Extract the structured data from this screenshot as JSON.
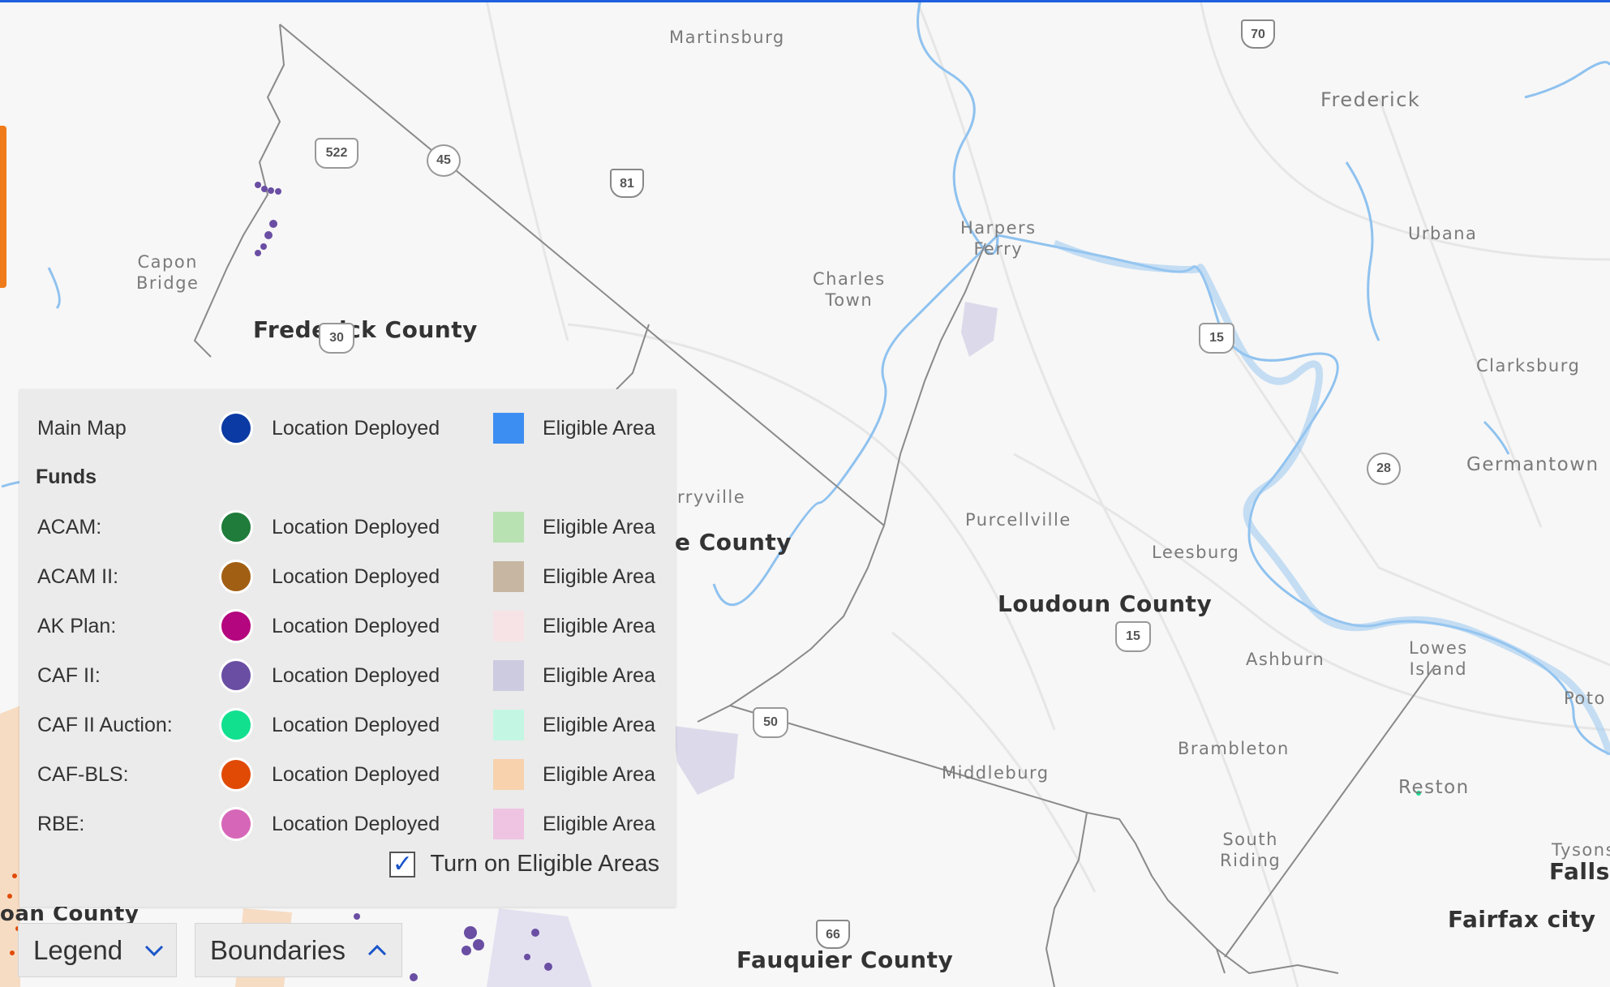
{
  "places": [
    {
      "name": "Martinsburg"
    },
    {
      "name": "Frederick"
    },
    {
      "name": "Capon\nBridge"
    },
    {
      "name": "Harpers\nFerry"
    },
    {
      "name": "Charles\nTown"
    },
    {
      "name": "Urbana"
    },
    {
      "name": "Clarksburg"
    },
    {
      "name": "Germantown"
    },
    {
      "name": "rryville"
    },
    {
      "name": "Purcellville"
    },
    {
      "name": "Leesburg"
    },
    {
      "name": "Ashburn"
    },
    {
      "name": "Lowes\nIsland"
    },
    {
      "name": "Brambleton"
    },
    {
      "name": "Middleburg"
    },
    {
      "name": "Reston"
    },
    {
      "name": "South\nRiding"
    },
    {
      "name": "Tysons"
    },
    {
      "name": "Poto"
    }
  ],
  "counties": [
    {
      "name": "Frederick County"
    },
    {
      "name": "e County"
    },
    {
      "name": "Loudoun County"
    },
    {
      "name": "Fauquier County"
    },
    {
      "name": "Falls"
    },
    {
      "name": "Fairfax city"
    },
    {
      "name": "oan County"
    }
  ],
  "shields": [
    {
      "label": "522"
    },
    {
      "label": "45"
    },
    {
      "label": "81"
    },
    {
      "label": "70"
    },
    {
      "label": "15"
    },
    {
      "label": "28"
    },
    {
      "label": "15"
    },
    {
      "label": "50"
    },
    {
      "label": "66"
    },
    {
      "label": "30"
    }
  ],
  "legend": {
    "main": {
      "label": "Main Map",
      "deployed": "Location Deployed",
      "eligible": "Eligible Area",
      "dot_color": "#0b3aa4",
      "sq_color": "#3d8ef2"
    },
    "funds_title": "Funds",
    "funds": [
      {
        "label": "ACAM:",
        "deployed": "Location Deployed",
        "eligible": "Eligible Area",
        "dot_color": "#1f7c3a",
        "sq_color": "#b8e2b2"
      },
      {
        "label": "ACAM II:",
        "deployed": "Location Deployed",
        "eligible": "Eligible Area",
        "dot_color": "#a15f13",
        "sq_color": "#c7b7a2"
      },
      {
        "label": "AK Plan:",
        "deployed": "Location Deployed",
        "eligible": "Eligible Area",
        "dot_color": "#b4067f",
        "sq_color": "#f7e3e5"
      },
      {
        "label": "CAF II:",
        "deployed": "Location Deployed",
        "eligible": "Eligible Area",
        "dot_color": "#6a4ea3",
        "sq_color": "#cdcbe0"
      },
      {
        "label": "CAF II Auction:",
        "deployed": "Location Deployed",
        "eligible": "Eligible Area",
        "dot_color": "#11e08e",
        "sq_color": "#c3f7e3"
      },
      {
        "label": "CAF-BLS:",
        "deployed": "Location Deployed",
        "eligible": "Eligible Area",
        "dot_color": "#e04a05",
        "sq_color": "#f7d2ad"
      },
      {
        "label": "RBE:",
        "deployed": "Location Deployed",
        "eligible": "Eligible Area",
        "dot_color": "#d666b8",
        "sq_color": "#efc4e2"
      }
    ],
    "toggle_label": "Turn on Eligible Areas",
    "toggle_checked": true
  },
  "tabs": {
    "legend_label": "Legend",
    "boundaries_label": "Boundaries"
  }
}
